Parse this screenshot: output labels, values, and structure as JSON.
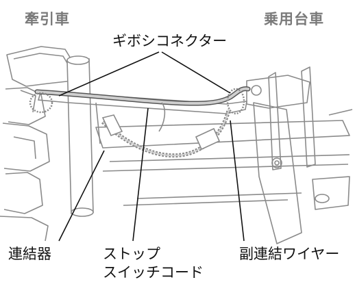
{
  "labels": {
    "tractor": "牽引車",
    "cart": "乗用台車",
    "connector": "ギボシコネクター",
    "coupler": "連結器",
    "stop_cord_line1": "ストップ",
    "stop_cord_line2": "スイッチコード",
    "sub_wire": "副連結ワイヤー"
  },
  "colors": {
    "label_gray": "#7a7a7a",
    "line": "#111111",
    "outline": "#8a8a8a",
    "cord_fill": "#bdbdbd"
  }
}
